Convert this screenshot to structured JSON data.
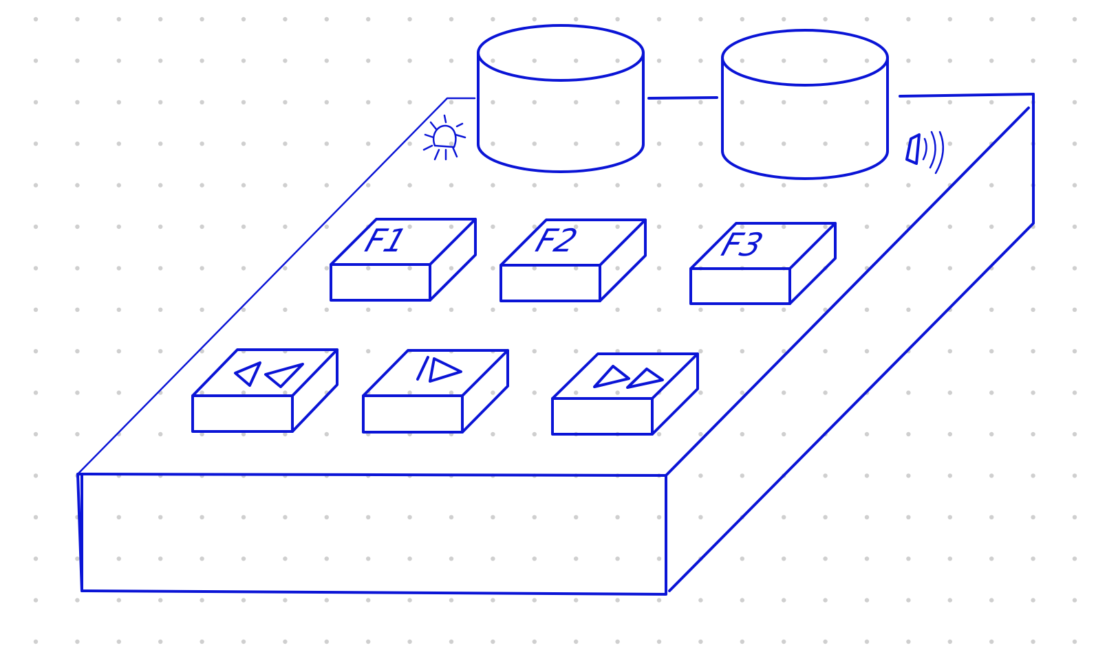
{
  "canvas": {
    "background": "#ffffff",
    "dot_color": "#cfcfcf",
    "ink_color": "#0a14d6",
    "grid": "dotted"
  },
  "device": {
    "top_keys": [
      {
        "label": "F1"
      },
      {
        "label": "F2"
      },
      {
        "label": "F3"
      }
    ],
    "media_keys": [
      {
        "icon": "rewind-icon"
      },
      {
        "icon": "play-icon"
      },
      {
        "icon": "fast-forward-icon"
      }
    ],
    "knobs": [
      "cylinder-knob-left",
      "cylinder-knob-right"
    ],
    "indicators": [
      "led-light-icon",
      "speaker-sound-icon"
    ]
  }
}
